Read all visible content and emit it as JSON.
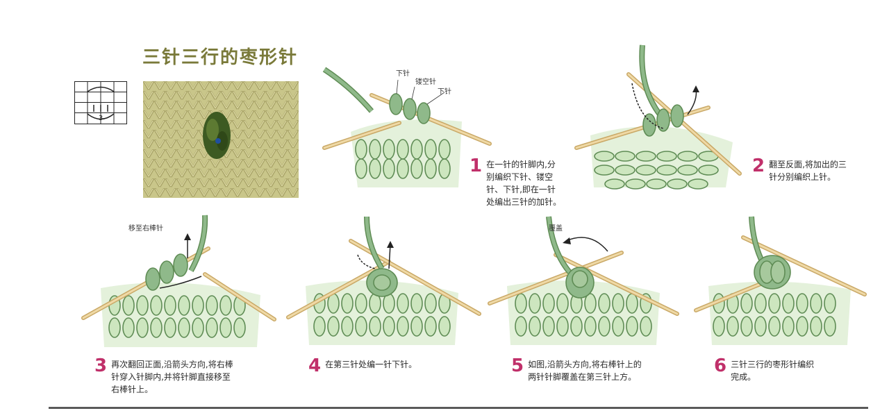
{
  "title": "三针三行的枣形针",
  "chart_symbol": {
    "label": "3"
  },
  "steps": [
    {
      "num": "1",
      "lines": [
        "在一针的针脚内,分",
        "别编织下针、镂空",
        "针、下针,即在一针",
        "处编出三针的加针。"
      ]
    },
    {
      "num": "2",
      "lines": [
        "翻至反面,将加出的三",
        "针分别编织上针。"
      ]
    },
    {
      "num": "3",
      "lines": [
        "再次翻回正面,沿箭头方向,将右棒",
        "针穿入针脚内,并将针脚直接移至",
        "右棒针上。"
      ]
    },
    {
      "num": "4",
      "lines": [
        "在第三针处编一针下针。"
      ]
    },
    {
      "num": "5",
      "lines": [
        "如图,沿箭头方向,将右棒针上的",
        "两针针脚覆盖在第三针上方。"
      ]
    },
    {
      "num": "6",
      "lines": [
        "三针三行的枣形针编织",
        "完成。"
      ]
    }
  ],
  "callouts": {
    "knit_top": "下针",
    "yarn_over": "镂空针",
    "knit_right": "下针",
    "move_right": "移至右棒针",
    "cover": "覆盖"
  },
  "colors": {
    "yarn_light": "#cde6bf",
    "yarn_outline": "#5f8c55",
    "yarn_dark": "#8fb98a",
    "needle": "#e6c88e",
    "step_number": "#c0306a",
    "title": "#7a7a3a",
    "photo_bg": "#c9c68a",
    "bobble": "#3d5a22"
  }
}
